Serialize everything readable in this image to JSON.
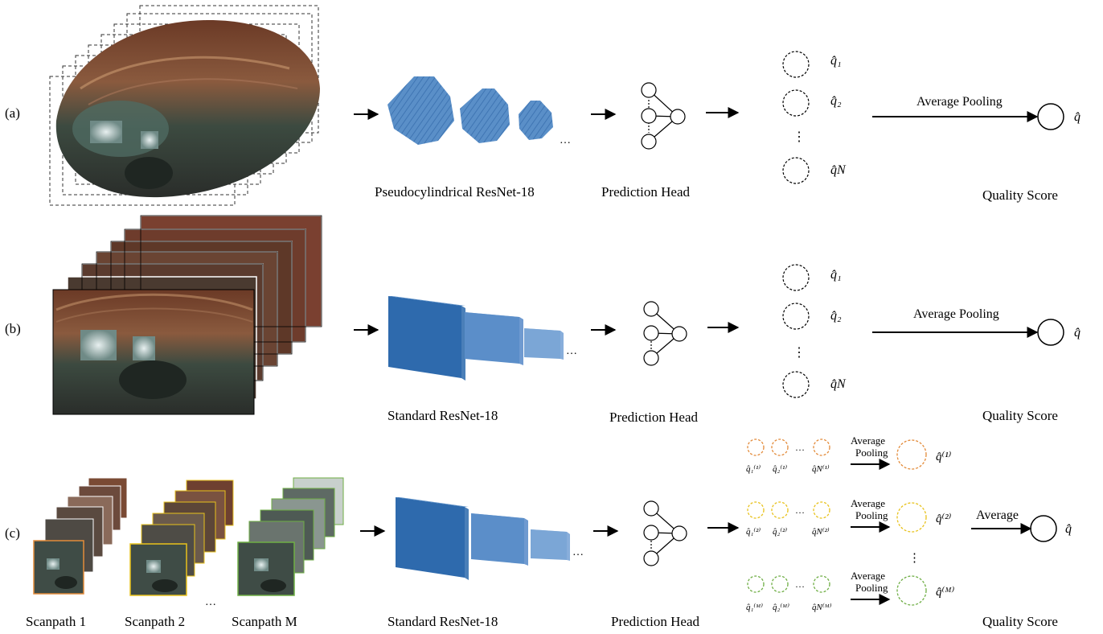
{
  "rows": {
    "a": {
      "label": "(a)",
      "backbone_caption": "Pseudocylindrical ResNet-18",
      "head_caption": "Prediction Head",
      "score_caption": "Quality Score",
      "pooling_label": "Average Pooling",
      "preds": [
        "q̂₁",
        "q̂₂",
        "q̂N"
      ],
      "final": "q̂"
    },
    "b": {
      "label": "(b)",
      "backbone_caption": "Standard ResNet-18",
      "head_caption": "Prediction Head",
      "score_caption": "Quality Score",
      "pooling_label": "Average Pooling",
      "preds": [
        "q̂₁",
        "q̂₂",
        "q̂N"
      ],
      "final": "q̂"
    },
    "c": {
      "label": "(c)",
      "backbone_caption": "Standard ResNet-18",
      "head_caption": "Prediction Head",
      "score_caption": "Quality Score",
      "scanpaths": [
        "Scanpath 1",
        "Scanpath 2",
        "Scanpath M"
      ],
      "pooling_label_line1": "Average",
      "pooling_label_line2": "Pooling",
      "average_label": "Average",
      "final": "q̂",
      "paths": [
        {
          "preds": [
            "q̂₁⁽¹⁾",
            "q̂₂⁽¹⁾",
            "q̂N⁽¹⁾"
          ],
          "result": "q̂⁽¹⁾",
          "color": "#e38b3a"
        },
        {
          "preds": [
            "q̂₁⁽²⁾",
            "q̂₂⁽²⁾",
            "q̂N⁽²⁾"
          ],
          "result": "q̂⁽²⁾",
          "color": "#e8c21c"
        },
        {
          "preds": [
            "q̂₁⁽ᴹ⁾",
            "q̂₂⁽ᴹ⁾",
            "q̂N⁽ᴹ⁾"
          ],
          "result": "q̂⁽ᴹ⁾",
          "color": "#6fae45"
        }
      ]
    }
  },
  "colors": {
    "block_dark": "#2e6aad",
    "block_mid": "#5b8ec9",
    "block_light": "#7ba6d6"
  }
}
